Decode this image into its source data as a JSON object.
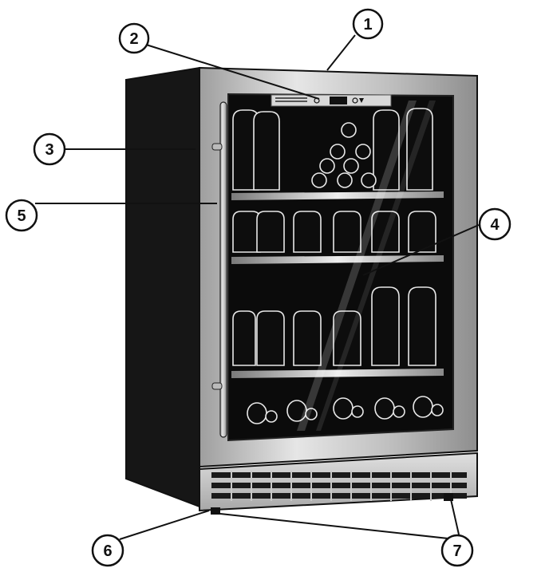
{
  "callouts": [
    {
      "number": "1"
    },
    {
      "number": "2"
    },
    {
      "number": "3"
    },
    {
      "number": "4"
    },
    {
      "number": "5"
    },
    {
      "number": "6"
    },
    {
      "number": "7"
    }
  ],
  "colors": {
    "cabinet": "#141414",
    "steel": "#c9c9c9",
    "glass": "#0b0b0b",
    "shelf": "#d8d8d8",
    "outline": "#111111"
  }
}
